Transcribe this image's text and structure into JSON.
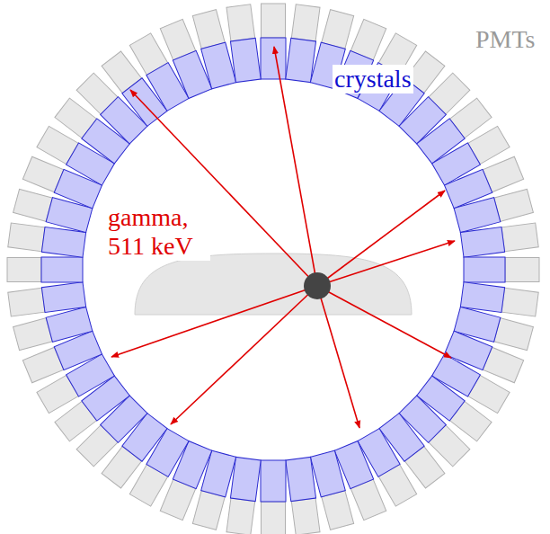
{
  "diagram": {
    "labels": [
      "PMTs",
      "crystals",
      "gamma, 511 keV"
    ]
  }
}
